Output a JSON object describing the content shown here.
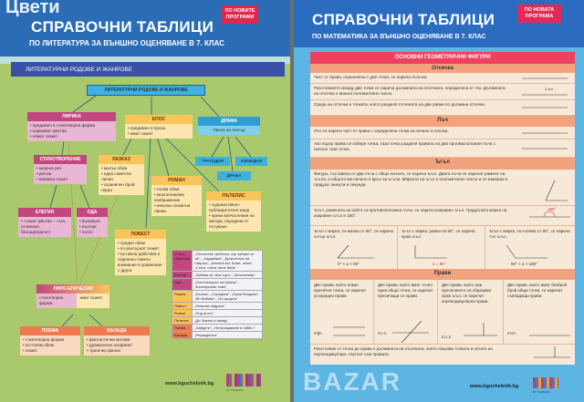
{
  "watermark_left": "Цвети",
  "watermark_right": "BAZAR",
  "lit": {
    "title": "СПРАВОЧНИ ТАБЛИЦИ",
    "subtitle": "ПО ЛИТЕРАТУРА ЗА ВЪНШНО ОЦЕНЯВАНЕ В 7. КЛАС",
    "badge": "ПО НОВИТЕ ПРОГРАМИ",
    "section": "ЛИТЕРАТУРНИ РОДОВЕ И ЖАНРОВЕ",
    "root": "ЛИТЕРАТУРНИ РОДОВЕ И ЖАНРОВЕ",
    "lirika": {
      "h": "ЛИРИКА",
      "items": [
        "предимно в стихотворна форма",
        "изразява чувства",
        "нямат сюжет"
      ]
    },
    "epos": {
      "h": "ЕПОС",
      "items": [
        "предимно в проза",
        "имат сюжет"
      ]
    },
    "drama": {
      "h": "ДРАМА",
      "items": [
        "Пиеси за театър"
      ]
    },
    "tragedia": "ТРАГЕДИЯ",
    "komedia": "КОМЕДИЯ",
    "drama2": "ДРАМА",
    "stih": {
      "h": "СТИХОТВОРЕНИЕ",
      "items": [
        "мерена реч",
        "ритъм",
        "никакъв сюжет"
      ]
    },
    "razkaz": {
      "h": "РАЗКАЗ",
      "items": [
        "малък обем",
        "една сюжетна линия",
        "ограничен брой герои"
      ]
    },
    "roman": {
      "h": "РОМАН",
      "items": [
        "голям обем",
        "многопланово изображение",
        "няколко сюжетни линии"
      ]
    },
    "patepis": {
      "h": "ПЪТЕПИС",
      "items": [
        "художествено-публицистичен жанр",
        "преки впечатления на автора, породени от пътуване"
      ]
    },
    "elegia": {
      "h": "ЕЛЕГИЯ",
      "items": [
        "тъжни чувства – тъга, отчаяние, безнадеждност"
      ]
    },
    "oda": {
      "h": "ОДА",
      "items": [
        "възхвала",
        "възторг",
        "патос"
      ]
    },
    "povest": {
      "h": "ПОВЕСТ",
      "items": [
        "среден обем",
        "по-разгърнат сюжет",
        "на някои действия е отделено повече внимание в сравнение с други"
      ]
    },
    "liroep": {
      "h": "ЛИРО-ЕПИЧЕСКИ",
      "a": "стихотворна форма",
      "b": "имат сюжет"
    },
    "poema": {
      "h": "ПОЕМА",
      "items": [
        "стихотворна форма",
        "по-голям обем",
        "сюжет"
      ]
    },
    "balada": {
      "h": "БАЛАДА",
      "items": [
        "фантастични мотиви",
        "драматичен конфликт",
        "трагичен финал"
      ]
    },
    "table": [
      {
        "k": "Стихо-творения",
        "v": "„Отечество любезно, как хубаво си ти!“, „Хаджийка“, „Братчетата на Гаврош“, „Весела ми, Боже, земя“, „Стига, стига, вече бяха“"
      },
      {
        "k": "Елегия",
        "v": "„Хубава си, моя горо“, „Заточеници“"
      },
      {
        "k": "Ода",
        "v": "„Опълченците на Шипка“, „Българският език“"
      },
      {
        "k": "Разказ",
        "v": "„Косачи“, „Серафим“, „Ерма бъндата“, „Ян Бибиян“, „По жицата“"
      },
      {
        "k": "Повест",
        "v": "„Немили-недраги“"
      },
      {
        "k": "Роман",
        "v": "„Под игото“"
      },
      {
        "k": "Пътепис",
        "v": "„До Чикаго и назад“"
      },
      {
        "k": "Поема",
        "v": "„Хайдути“, „На прощаване в 1868 г.“"
      },
      {
        "k": "Балада",
        "v": "„Неразделни“"
      }
    ],
    "url": "www.bguchebnik.bg",
    "publisher": "БГ УЧЕБНИК"
  },
  "math": {
    "title": "СПРАВОЧНИ ТАБЛИЦИ",
    "subtitle": "ПО МАТЕМАТИКА ЗА ВЪНШНО ОЦЕНЯВАНЕ В 7. КЛАС",
    "badge": "ПО НОВАТА ПРОГРАМА",
    "section": "ОСНОВНИ ГЕОМЕТРИЧНИ ФИГУРИ",
    "otsechka": {
      "h": "Отсечка",
      "rows": [
        "Част от права, ограничена с две точки, се нарича отсечка.",
        "Разстоянието между две точки се нарича дължината на отсечката, определена от тях. Дължината на отсечка е винаги положително число.",
        "Среда на отсечка е точката, която разделя отсечката на две равни по дължина отсечки."
      ],
      "len": "2 cm"
    },
    "lach": {
      "h": "Лъч",
      "rows": [
        "Лъч се нарича част от права с определена точка за начало и посока.",
        "Ако върху права се избере точка, тази точка разделя правата на два противоположни лъча с начало тази точка."
      ]
    },
    "agal": {
      "h": "Ъгъл",
      "rows": [
        "Фигура, съставена от два лъча с общо начало, се нарича ъгъл. Двата лъча се наричат рамене на ъгъла, а общото им начало е връх на ъгъла. Мярката на ъгъл е положително число и се измерва в градуси, минути и секунди.",
        "Ъгъл, рамената на който са противоположни лъчи, се нарича изправен ъгъл. Градусната мярка на изправен ъгъл е 180°."
      ],
      "straight": "180°",
      "cells": [
        {
          "t": "Ъгъл с мярка, по-малка от 90°, се нарича остър ъгъл.",
          "f": "0° < α < 90°"
        },
        {
          "t": "Ъгъл с мярка, равна на 90°, се нарича прав ъгъл.",
          "f": "α = 90°"
        },
        {
          "t": "Ъгъл с мярка, по-голяма от 90°, се нарича тъп ъгъл.",
          "f": "90° < α < 180°"
        }
      ]
    },
    "pravi": {
      "h": "Прави",
      "cells": [
        {
          "t": "Две прави, които нямат пресечна точка, се наричат успоредни прави.",
          "f": "m∥n"
        },
        {
          "t": "Две прави, които имат точно една обща точка, се наричат пресичащи се прави.",
          "f": "m∩n"
        },
        {
          "t": "Две прави, които при пресичането си образуват прав ъгъл, се наричат перпендикулярни прави.",
          "f": "m⊥n"
        },
        {
          "t": "Две прави, които имат безброй брой общи точки, се наричат съвпадащи прави.",
          "f": "m≡n"
        }
      ],
      "distance": "Разстояние от точка до права е дължината на отсечката, която свързва точката и петата на перпендикуляра, спуснат към правата."
    },
    "url": "www.bguchebnik.bg",
    "publisher": "БГ УЧЕБНИК"
  }
}
